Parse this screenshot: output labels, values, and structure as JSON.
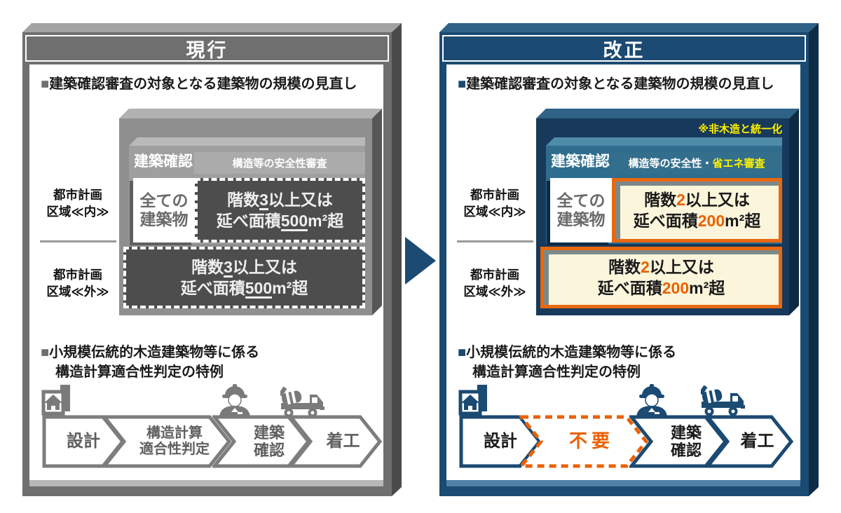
{
  "left": {
    "title": "現行",
    "bullet": "■",
    "heading1": "建築確認審査の対象となる建築物の規模の見直し",
    "box": {
      "kakunin": "建築確認",
      "review": "構造等の安全性審査",
      "all_line1": "全ての",
      "all_line2": "建築物",
      "cond": {
        "t1": "階数",
        "n1": "3",
        "t2": "以上又は",
        "t3": "延べ面積",
        "n2": "500",
        "t4": "m²超"
      }
    },
    "zone": {
      "inside_l1": "都市計画",
      "inside_l2": "区域≪内≫",
      "outside_l1": "都市計画",
      "outside_l2": "区域≪外≫"
    },
    "heading2_l1": "小規模伝統的木造建築物等に係る",
    "heading2_l2": "構造計算適合性判定の特例",
    "flow": {
      "s1": "設計",
      "s2_l1": "構造計算",
      "s2_l2": "適合性判定",
      "s3_l1": "建築",
      "s3_l2": "確認",
      "s4": "着工"
    }
  },
  "right": {
    "title": "改正",
    "bullet": "■",
    "heading1": "建築確認審査の対象となる建築物の規模の見直し",
    "note": "※非木造と統一化",
    "box": {
      "kakunin": "建築確認",
      "review_white": "構造等の安全性・",
      "review_yellow": "省エネ審査",
      "all_line1": "全ての",
      "all_line2": "建築物",
      "cond": {
        "t1": "階数",
        "n1": "2",
        "t2": "以上又は",
        "t3": "延べ面積",
        "n2": "200",
        "t4": "m²超"
      }
    },
    "zone": {
      "inside_l1": "都市計画",
      "inside_l2": "区域≪内≫",
      "outside_l1": "都市計画",
      "outside_l2": "区域≪外≫"
    },
    "heading2_l1": "小規模伝統的木造建築物等に係る",
    "heading2_l2": "構造計算適合性判定の特例",
    "flow": {
      "s1": "設計",
      "s2": "不要",
      "s3_l1": "建築",
      "s3_l2": "確認",
      "s4": "着工"
    }
  },
  "colors": {
    "gray": "#6F6F6F",
    "navy": "#1B4A72",
    "teal": "#2E6D8D",
    "orange": "#EB6100",
    "yellow": "#FFF100",
    "dark_condition_bg": "#4D4D4D",
    "cream_condition_bg": "#FBF5DB"
  }
}
